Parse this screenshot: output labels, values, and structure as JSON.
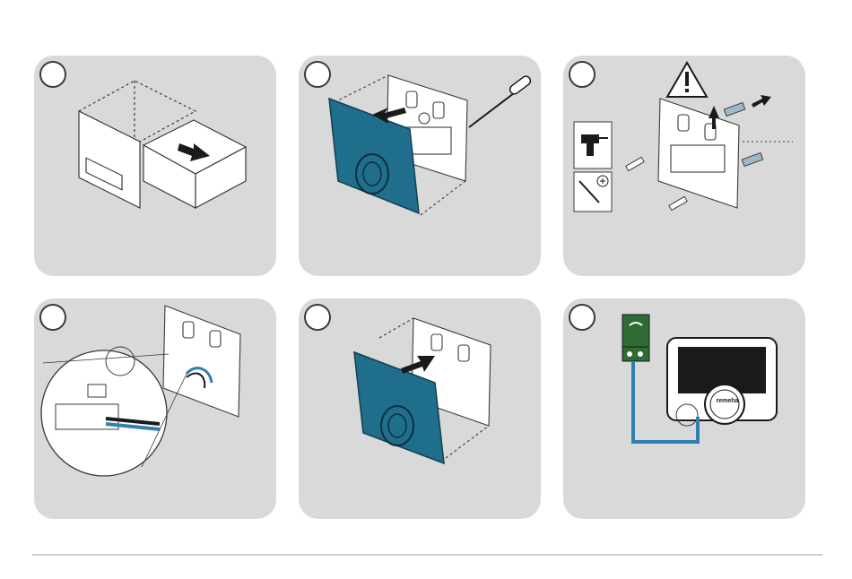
{
  "steps": [
    {
      "id": 1,
      "illustration": "remove-from-box"
    },
    {
      "id": 2,
      "illustration": "detach-front-panel-with-screwdriver"
    },
    {
      "id": 3,
      "illustration": "mount-backplate",
      "tools": [
        "drill-icon",
        "screwdriver-plus-icon"
      ],
      "warning_icon": "warning-triangle-icon"
    },
    {
      "id": 4,
      "illustration": "connect-wires"
    },
    {
      "id": 5,
      "illustration": "attach-front-panel"
    },
    {
      "id": 6,
      "illustration": "wiring-to-boiler"
    }
  ],
  "device": {
    "brand_label": "remeha"
  },
  "colors": {
    "panel_bg": "#d9d9d9",
    "device_teal": "#1f6e8c",
    "wire_blue": "#2f7fb0",
    "connector_green": "#2f6b35",
    "line": "#3a3a3a"
  }
}
